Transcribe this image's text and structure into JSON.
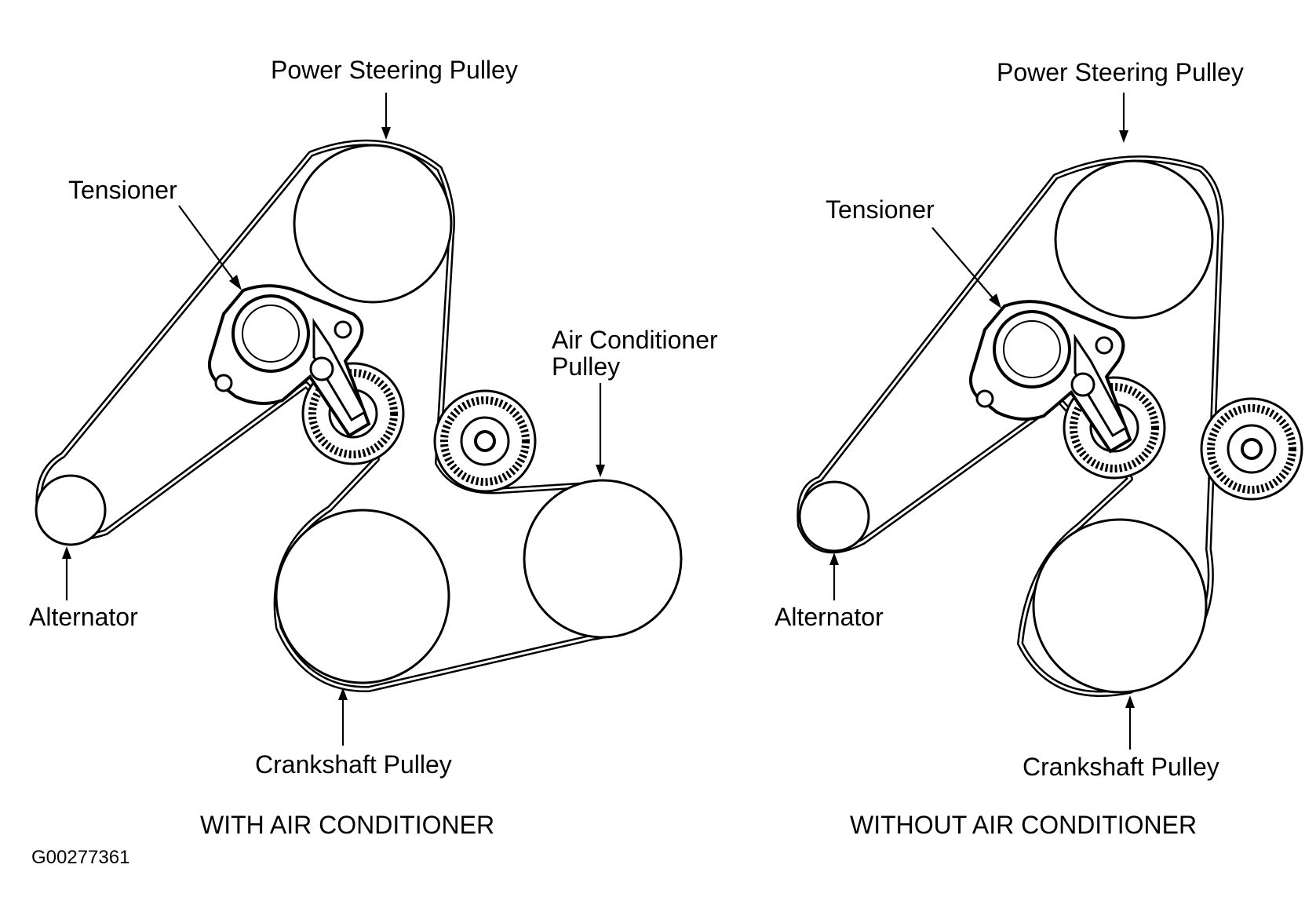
{
  "figure_code": "G00277361",
  "with_ac": {
    "caption": "WITH AIR CONDITIONER",
    "labels": {
      "power_steering": "Power Steering Pulley",
      "tensioner": "Tensioner",
      "air_conditioner_line1": "Air Conditioner",
      "air_conditioner_line2": "Pulley",
      "alternator": "Alternator",
      "crankshaft": "Crankshaft Pulley"
    }
  },
  "without_ac": {
    "caption": "WITHOUT AIR CONDITIONER",
    "labels": {
      "power_steering": "Power Steering Pulley",
      "tensioner": "Tensioner",
      "alternator": "Alternator",
      "crankshaft": "Crankshaft Pulley"
    }
  }
}
